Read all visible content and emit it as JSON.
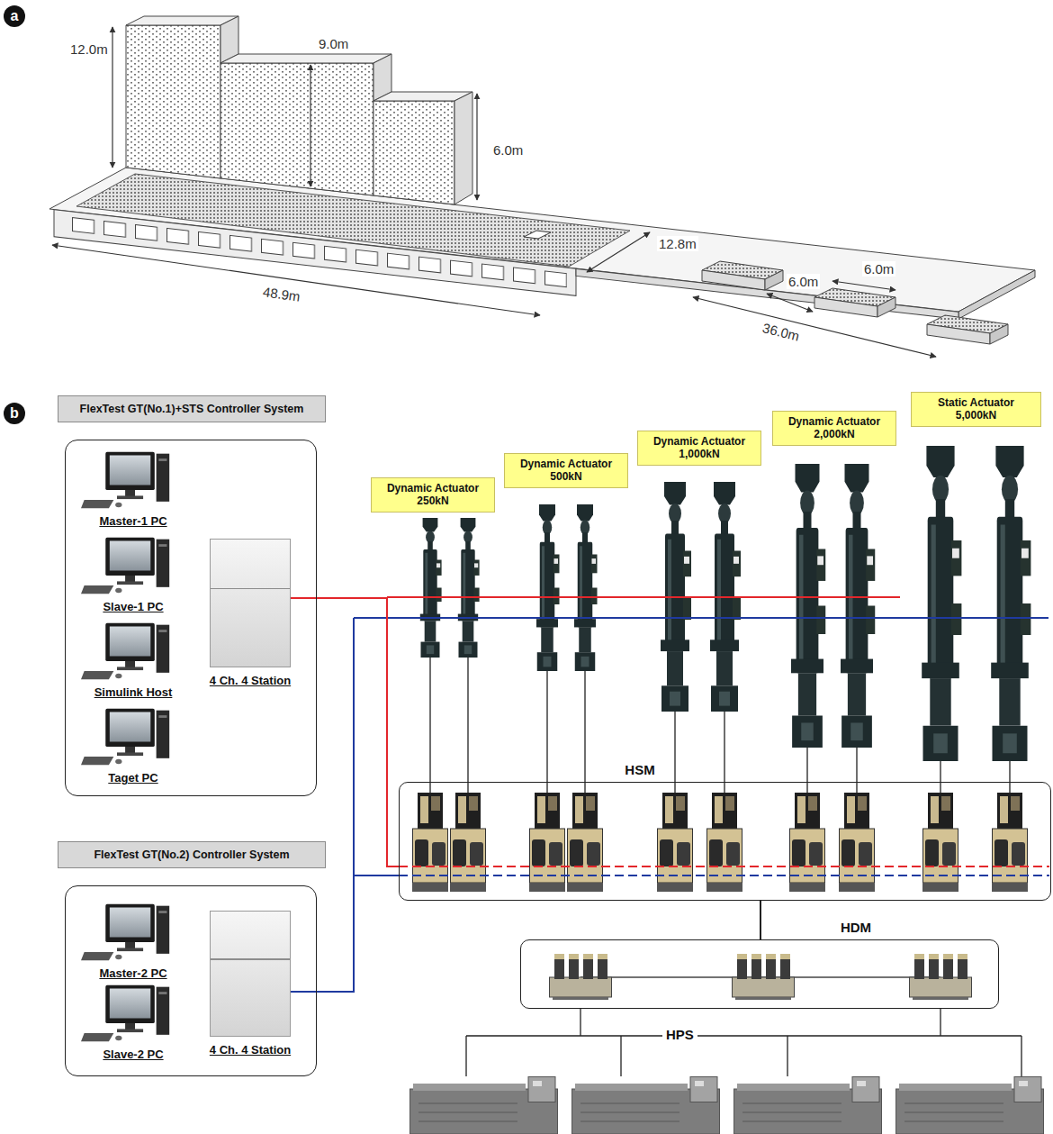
{
  "diagram": {
    "nodes": [
      {
        "text": [
          "FlexTest GT(No.1)+STS Controller System"
        ]
      },
      {
        "text": [
          "Master-1 PC"
        ],
        "in": 0
      },
      {
        "text": [
          "Slave-1 PC"
        ],
        "in": 0
      },
      {
        "text": [
          "Simulink Host"
        ],
        "in": 0
      },
      {
        "text": [
          "Taget PC"
        ],
        "in": 0
      },
      {
        "text": [
          "4 Ch. 4 Station"
        ],
        "in": 0
      },
      {
        "text": [
          "FlexTest GT(No.2) Controller System"
        ]
      },
      {
        "text": [
          "Master-2 PC"
        ],
        "in": 6
      },
      {
        "text": [
          "Slave-2 PC"
        ],
        "in": 6
      },
      {
        "text": [
          "4 Ch. 4 Station"
        ],
        "in": 6
      },
      {
        "text": [
          "Dynamic Actuator 250kN"
        ]
      },
      {
        "text": [
          "Dynamic Actuator 500kN"
        ]
      },
      {
        "text": [
          "Dynamic Actuator 1,000kN"
        ]
      },
      {
        "text": [
          "Dynamic Actuator 2,000kN"
        ]
      },
      {
        "text": [
          "Static Actuator 5,000kN"
        ]
      },
      {
        "text": [
          "HSM"
        ]
      },
      {
        "text": [
          "HDM"
        ]
      }
    ],
    "edges": [
      {
        "from": 5,
        "to": 15,
        "arrow": "none"
      },
      {
        "from": 9,
        "to": 15,
        "arrow": "none"
      },
      {
        "from": 15,
        "to": 16,
        "arrow": "none"
      }
    ],
    "labels": [
      "a",
      "12.0m",
      "9.0m",
      "6.0m",
      "48.9m",
      "12.8m",
      "6.0m",
      "6.0m",
      "36.0m",
      "b",
      "HPS"
    ]
  }
}
